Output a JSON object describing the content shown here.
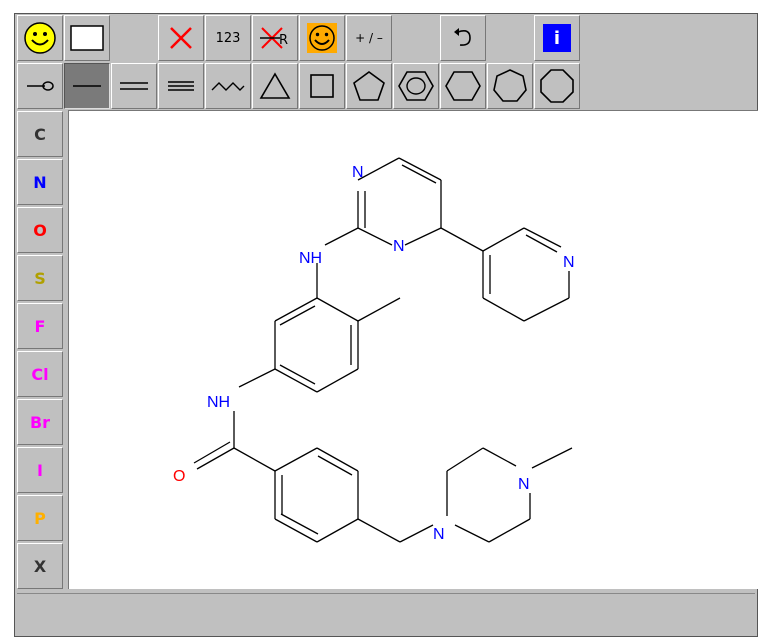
{
  "toolbar_top": [
    {
      "name": "smiley-icon",
      "type": "icon"
    },
    {
      "name": "clear-rect-icon",
      "type": "icon"
    },
    {
      "name": "blank",
      "type": "blank"
    },
    {
      "name": "delete-x-icon",
      "type": "icon"
    },
    {
      "name": "atom-numbering",
      "type": "text",
      "label": "123"
    },
    {
      "name": "delete-r-group-icon",
      "type": "icon"
    },
    {
      "name": "smiley-selected-icon",
      "type": "icon"
    },
    {
      "name": "charge",
      "type": "text",
      "label": "+ / –"
    },
    {
      "name": "blank",
      "type": "blank"
    },
    {
      "name": "undo-icon",
      "type": "icon"
    },
    {
      "name": "blank",
      "type": "blank"
    },
    {
      "name": "info-icon",
      "type": "info",
      "label": "i"
    }
  ],
  "toolbar_bottom": [
    {
      "name": "chain-end-icon"
    },
    {
      "name": "single-bond-icon",
      "pressed": true
    },
    {
      "name": "double-bond-icon"
    },
    {
      "name": "triple-bond-icon"
    },
    {
      "name": "chain-icon"
    },
    {
      "name": "triangle-ring-icon"
    },
    {
      "name": "square-ring-icon"
    },
    {
      "name": "pentagon-ring-icon"
    },
    {
      "name": "benzene-ring-icon"
    },
    {
      "name": "hexagon-ring-icon"
    },
    {
      "name": "heptagon-ring-icon"
    },
    {
      "name": "octagon-ring-icon"
    }
  ],
  "elements": [
    {
      "symbol": "C",
      "color": "#333333"
    },
    {
      "symbol": "N",
      "color": "#0000ff"
    },
    {
      "symbol": "O",
      "color": "#ff0000"
    },
    {
      "symbol": "S",
      "color": "#b0a000"
    },
    {
      "symbol": "F",
      "color": "#ff00ff"
    },
    {
      "symbol": "Cl",
      "color": "#ff00ff"
    },
    {
      "symbol": "Br",
      "color": "#ff00ff"
    },
    {
      "symbol": "I",
      "color": "#ff00ff"
    },
    {
      "symbol": "P",
      "color": "#ffb000"
    },
    {
      "symbol": "X",
      "color": "#333333"
    }
  ],
  "molecule_labels": {
    "n1": "N",
    "n2": "N",
    "n3": "N",
    "nh1": "NH",
    "nh2": "NH",
    "o": "O",
    "n4": "N",
    "n5": "N"
  },
  "colors": {
    "nitrogen": "#0000ff",
    "oxygen": "#ff0000",
    "bond": "#000000"
  }
}
